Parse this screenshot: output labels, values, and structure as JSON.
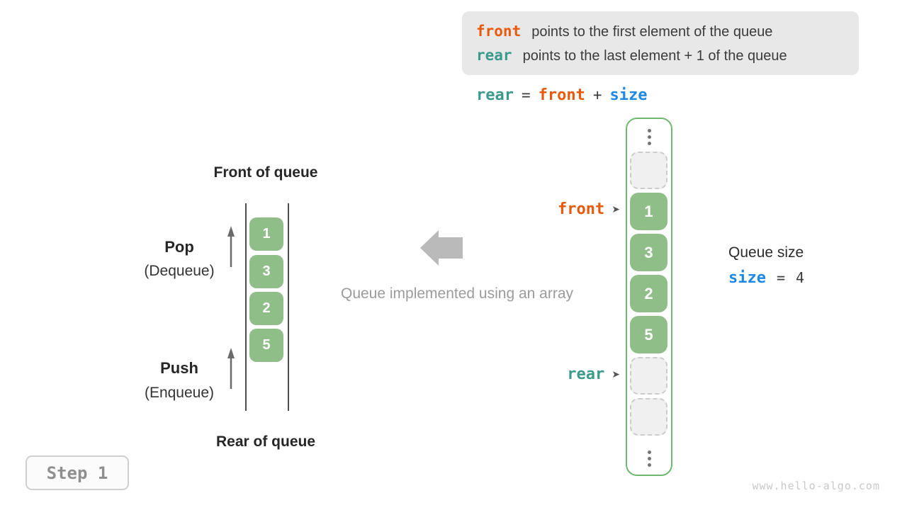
{
  "info_box": {
    "line1": {
      "keyword": "front",
      "text": "points to the first element of the queue"
    },
    "line2": {
      "keyword": "rear",
      "text": "points to the last element + 1 of the queue"
    }
  },
  "formula": {
    "rear": "rear",
    "eq": "=",
    "front": "front",
    "plus": "+",
    "size": "size"
  },
  "left_queue": {
    "front_label": "Front of queue",
    "rear_label": "Rear of queue",
    "pop": "Pop",
    "pop_sub": "(Dequeue)",
    "push": "Push",
    "push_sub": "(Enqueue)",
    "cells": [
      "1",
      "3",
      "2",
      "5"
    ]
  },
  "center": {
    "caption": "Queue implemented using an array"
  },
  "right_array": {
    "pointer_front": "front",
    "pointer_rear": "rear",
    "pointer_arrow": "➤",
    "cells": [
      "1",
      "3",
      "2",
      "5"
    ]
  },
  "queue_size": {
    "label": "Queue size",
    "var": "size",
    "eq": "=",
    "value": "4"
  },
  "step": {
    "label": "Step 1"
  },
  "watermark": "www.hello-algo.com",
  "colors": {
    "front_orange": "#E8590C",
    "rear_teal": "#3A9A8C",
    "size_blue": "#1E88E5",
    "cell_green": "#8FBE88",
    "container_border_green": "#70B870"
  }
}
